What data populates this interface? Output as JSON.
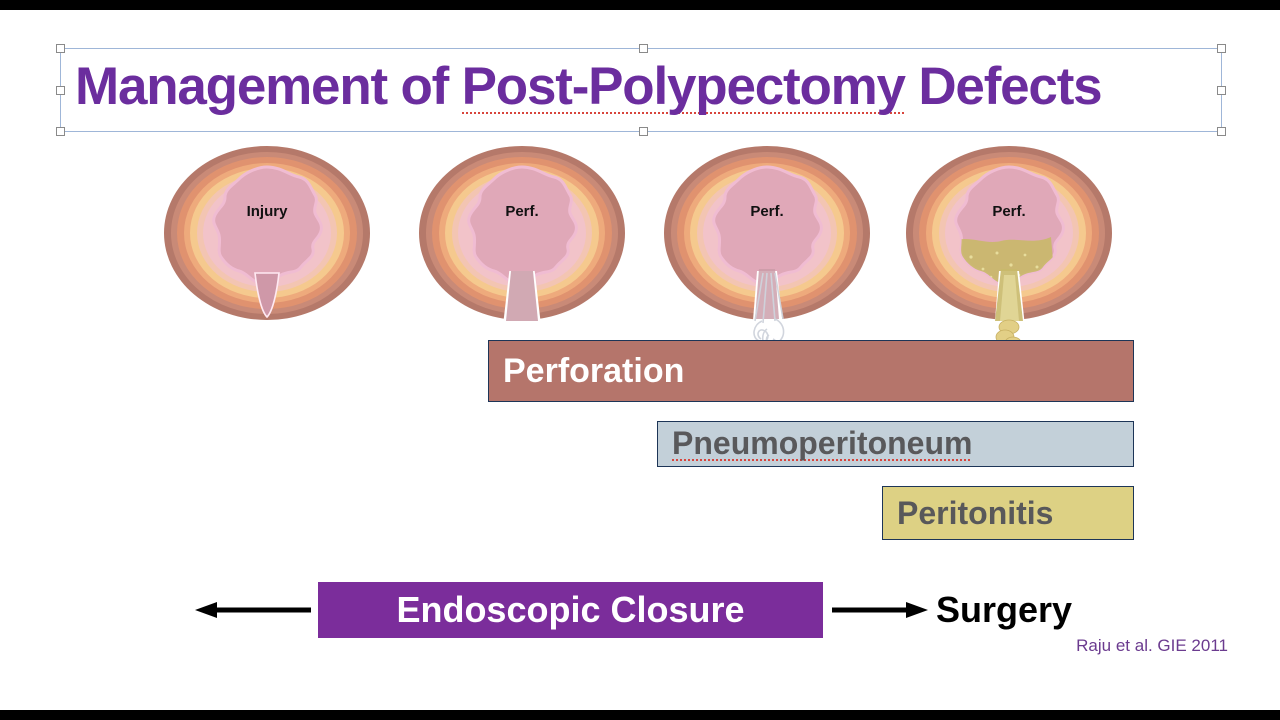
{
  "slide": {
    "title": "Management of Post-Polypectomy Defects",
    "title_plain": "Management of ",
    "title_misspelled": "Post-Polypectomy",
    "title_tail": " Defects",
    "citation": "Raju et al. GIE 2011",
    "accent_purple": "#6b2d9e",
    "closure_purple": "#7b2d9b",
    "background": "#ffffff",
    "letterbox": "#000000"
  },
  "diagrams": [
    {
      "id": "injury",
      "label": "Injury",
      "state": "partial-thickness-injury"
    },
    {
      "id": "perforation",
      "label": "Perf.",
      "state": "full-thickness-perforation"
    },
    {
      "id": "pneumo",
      "label": "Perf.",
      "state": "air-leak"
    },
    {
      "id": "contamination",
      "label": "Perf.",
      "state": "fecal-leak"
    }
  ],
  "bars": [
    {
      "id": "perforation",
      "label": "Perforation",
      "fill": "#b5756b",
      "text_color": "#ffffff",
      "border": "#1d3557",
      "misspelled": false
    },
    {
      "id": "pneumo",
      "label": "Pneumoperitoneum",
      "fill": "#c3d0d9",
      "text_color": "#59595b",
      "border": "#1d3557",
      "misspelled": true
    },
    {
      "id": "peritonitis",
      "label": "Peritonitis",
      "fill": "#ddd184",
      "text_color": "#58585a",
      "border": "#1d3557",
      "misspelled": false
    }
  ],
  "treatments": {
    "endoscopic_closure": "Endoscopic Closure",
    "surgery": "Surgery",
    "arrow_left": "arrow-left-icon",
    "arrow_right": "arrow-right-icon"
  },
  "selection": {
    "handle_count": 8,
    "border_color": "#9fb6d8",
    "handle_fill": "#ffffff",
    "handle_border": "#8a8a8a"
  },
  "wall_layers": {
    "serosa": "#b5796a",
    "muscularis": "#e0926f",
    "submucosa": "#f5c98e",
    "mucosa_outer": "#f2c3c9",
    "lumen": "#e0a8b8"
  }
}
